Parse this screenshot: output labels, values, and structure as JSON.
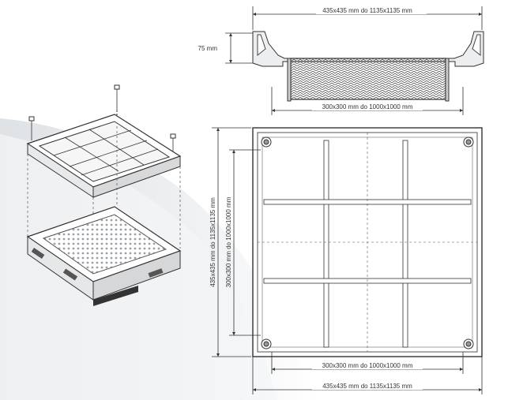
{
  "dimensions": {
    "top_width": "435x435 mm do 1135x1135 mm",
    "depth": "75 mm",
    "inner_width_section": "300x300 mm do 1000x1000 mm",
    "outer_height": "435x435 mm do 1135x1135 mm",
    "inner_height": "300x300 mm do 1000x1000 mm",
    "bottom_inner_width": "300x300 mm do 1000x1000 mm",
    "bottom_outer_width": "435x435 mm do 1135x1135 mm"
  },
  "colors": {
    "line": "#333333",
    "background_swoosh": "#e6e8ea"
  }
}
